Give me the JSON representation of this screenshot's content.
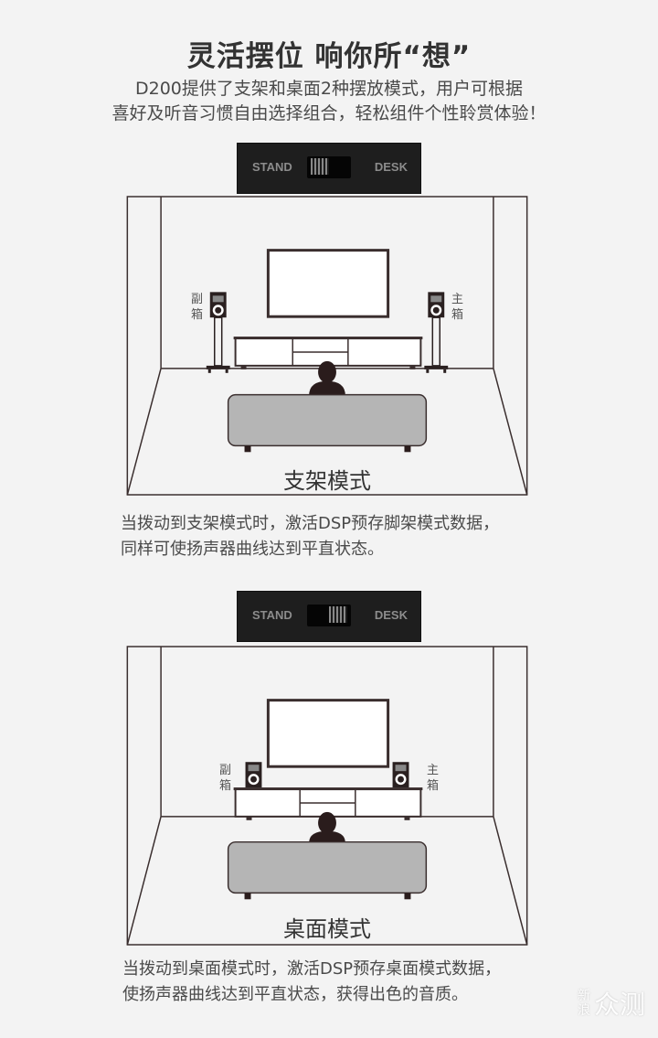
{
  "header": {
    "title": "灵活摆位 响你所“想”",
    "intro_line1": "D200提供了支架和桌面2种摆放模式，用户可根据",
    "intro_line2": "喜好及听音习惯自由选择组合，轻松组件个性聆赏体验！"
  },
  "sections": [
    {
      "switch": {
        "left_label": "STAND",
        "right_label": "DESK",
        "position": "stand"
      },
      "speaker_left_label": [
        "副",
        "箱"
      ],
      "speaker_right_label": [
        "主",
        "箱"
      ],
      "caption": "支架模式",
      "desc_line1": "当拨动到支架模式时，激活DSP预存脚架模式数据，",
      "desc_line2": "同样可使扬声器曲线达到平直状态。"
    },
    {
      "switch": {
        "left_label": "STAND",
        "right_label": "DESK",
        "position": "desk"
      },
      "speaker_left_label": [
        "副",
        "箱"
      ],
      "speaker_right_label": [
        "主",
        "箱"
      ],
      "caption": "桌面模式",
      "desc_line1": "当拨动到桌面模式时，激活DSP预存桌面模式数据，",
      "desc_line2": "使扬声器曲线达到平直状态，获得出色的音质。"
    }
  ],
  "watermark": {
    "line1": "新",
    "line2": "浪",
    "brand": "众测"
  },
  "colors": {
    "background": "#f3f3f3",
    "line": "#3a2e2e",
    "sofa": "#b5b5b5",
    "switch_bg": "#1e1e1e"
  }
}
